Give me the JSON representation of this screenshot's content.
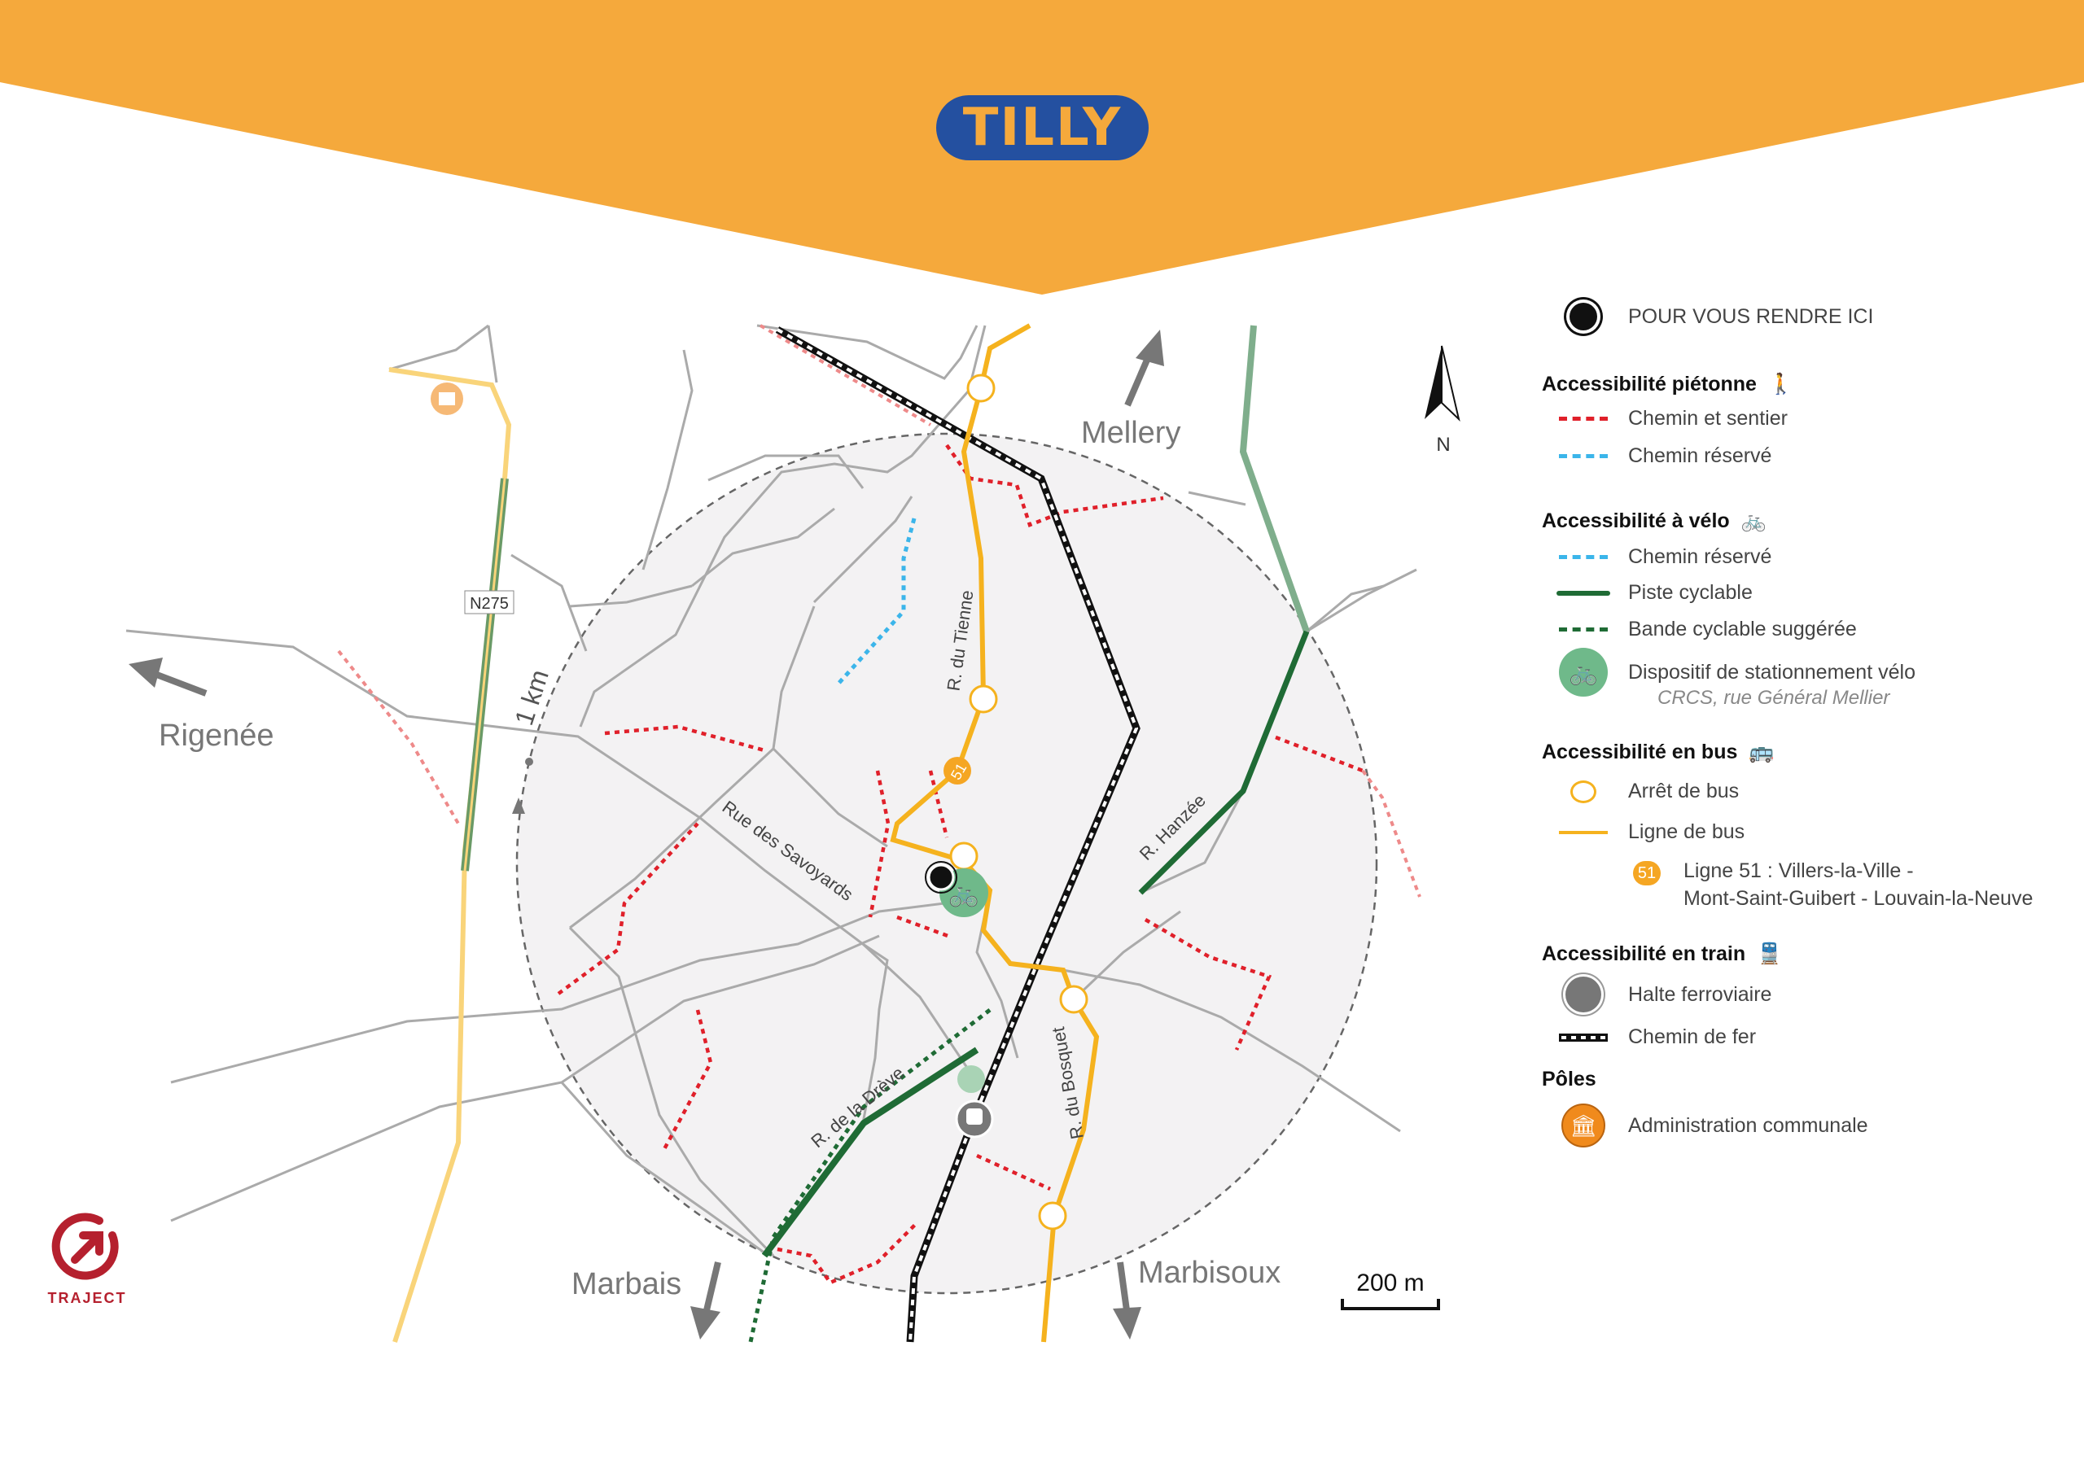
{
  "title": "TILLY",
  "colors": {
    "banner": "#f5a93c",
    "title_bg": "#2450a0",
    "bus": "#f5b21e",
    "cycle": "#1f6b35",
    "pedestrian": "#e0202a",
    "reserved": "#3bb5ea",
    "brand": "#b5202e"
  },
  "map": {
    "places": {
      "mellery": "Mellery",
      "rigenee": "Rigenée",
      "marbais": "Marbais",
      "marbisoux": "Marbisoux"
    },
    "road_badge": "N275",
    "radius_label": "1 km",
    "scale_label": "200 m",
    "north_label": "N",
    "bus_line_badge": "51",
    "streets": {
      "tienne": "R. du Tienne",
      "savoyards": "Rue des Savoyards",
      "dreve": "R. de la Drève",
      "bosquet": "R. du Bosquet",
      "hanzee": "R. Hanzée"
    }
  },
  "legend": {
    "here": "POUR VOUS RENDRE ICI",
    "pedestrian": {
      "title": "Accessibilité piétonne",
      "items": [
        "Chemin et sentier",
        "Chemin réservé"
      ]
    },
    "bike": {
      "title": "Accessibilité à vélo",
      "items": [
        "Chemin réservé",
        "Piste cyclable",
        "Bande cyclable suggérée",
        "Dispositif de stationnement vélo"
      ],
      "parking_location": "CRCS, rue Général Mellier"
    },
    "bus": {
      "title": "Accessibilité en bus",
      "items": [
        "Arrêt de bus",
        "Ligne de bus"
      ],
      "line_badge": "51",
      "line_desc_1": "Ligne 51 : Villers-la-Ville -",
      "line_desc_2": "Mont-Saint-Guibert - Louvain-la-Neuve"
    },
    "train": {
      "title": "Accessibilité en train",
      "items": [
        "Halte ferroviaire",
        "Chemin de fer"
      ]
    },
    "poles": {
      "title": "Pôles",
      "items": [
        "Administration communale"
      ]
    }
  },
  "logo": {
    "text": "TRAJECT"
  }
}
